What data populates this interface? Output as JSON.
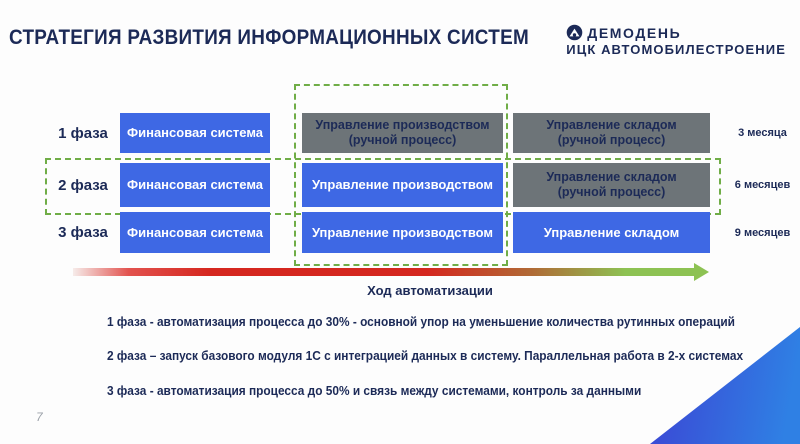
{
  "slide": {
    "title": "СТРАТЕГИЯ РАЗВИТИЯ ИНФОРМАЦИОННЫХ СИСТЕМ",
    "page_number": "7"
  },
  "logo": {
    "icon": "circle-triangle-logo-icon",
    "line1": "ДЕМОДЕНЬ",
    "line2": "ИЦК АВТОМОБИЛЕСТРОЕНИЕ"
  },
  "colors": {
    "navy_text": "#1c2a57",
    "blue_box": "#3e68e4",
    "gray_box": "#6d7478",
    "dashed_green": "#70ad47",
    "arrow_red": "#d5271f",
    "arrow_green": "#8dc253",
    "corner_gradient_start": "#3a4dd6",
    "corner_gradient_end": "#2f80e4"
  },
  "phases": [
    {
      "label": "1 фаза",
      "duration": "3 месяца",
      "finance": {
        "text": "Финансовая система",
        "subtext": ""
      },
      "production": {
        "text": "Управление производством",
        "subtext": "(ручной процесс)"
      },
      "warehouse": {
        "text": "Управление складом",
        "subtext": "(ручной процесс)"
      }
    },
    {
      "label": "2 фаза",
      "duration": "6 месяцев",
      "finance": {
        "text": "Финансовая система",
        "subtext": ""
      },
      "production": {
        "text": "Управление производством",
        "subtext": ""
      },
      "warehouse": {
        "text": "Управление складом",
        "subtext": "(ручной процесс)"
      }
    },
    {
      "label": "3 фаза",
      "duration": "9 месяцев",
      "finance": {
        "text": "Финансовая система",
        "subtext": ""
      },
      "production": {
        "text": "Управление производством",
        "subtext": ""
      },
      "warehouse": {
        "text": "Управление складом",
        "subtext": ""
      }
    }
  ],
  "arrow": {
    "label": "Ход автоматизации"
  },
  "notes": [
    "1 фаза - автоматизация процесса до 30% - основной упор на уменьшение количества рутинных операций",
    "2 фаза – запуск базового модуля 1С с интеграцией данных в систему. Параллельная работа в 2-х системах",
    "3 фаза - автоматизация процесса до 50% и связь между системами, контроль за данными"
  ]
}
